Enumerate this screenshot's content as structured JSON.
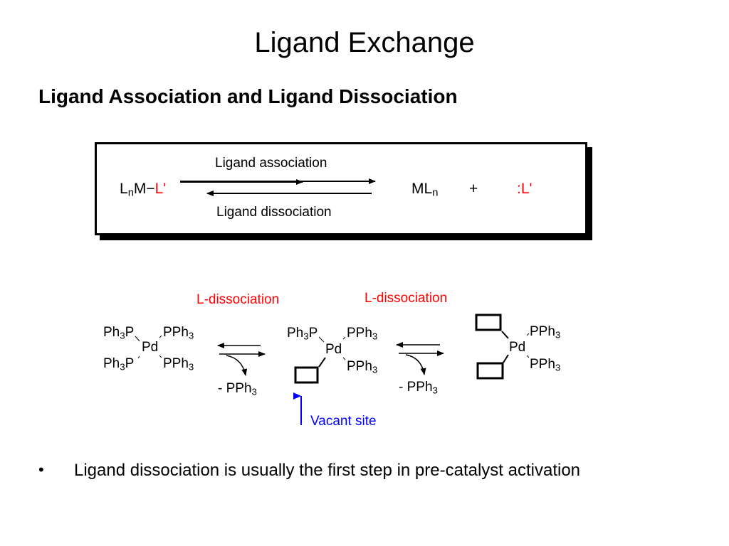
{
  "slide": {
    "title": "Ligand Exchange",
    "subtitle": "Ligand Association and Ligand Dissociation"
  },
  "equilibrium_box": {
    "left_species": {
      "L": "L",
      "n": "n",
      "M": "M",
      "bond": "−",
      "L_prime": "L'"
    },
    "forward_label": "Ligand association",
    "reverse_label": "Ligand dissociation",
    "right_species": {
      "ML": "ML",
      "n": "n"
    },
    "plus": "+",
    "free_ligand": ":L'",
    "accent_color": "#ff0000"
  },
  "scheme": {
    "step_labels": [
      "L-dissociation",
      "L-dissociation"
    ],
    "ligand": {
      "Ph": "Ph",
      "three": "3",
      "P": "P",
      "PPh": "PPh"
    },
    "metal": "Pd",
    "released": "- PPh",
    "vacant_site_label": "Vacant site",
    "label_color": "#ff0000",
    "annotation_color": "#0000ff"
  },
  "bullets": [
    {
      "marker": "•",
      "text": "Ligand dissociation is usually the first step in pre-catalyst activation"
    }
  ]
}
